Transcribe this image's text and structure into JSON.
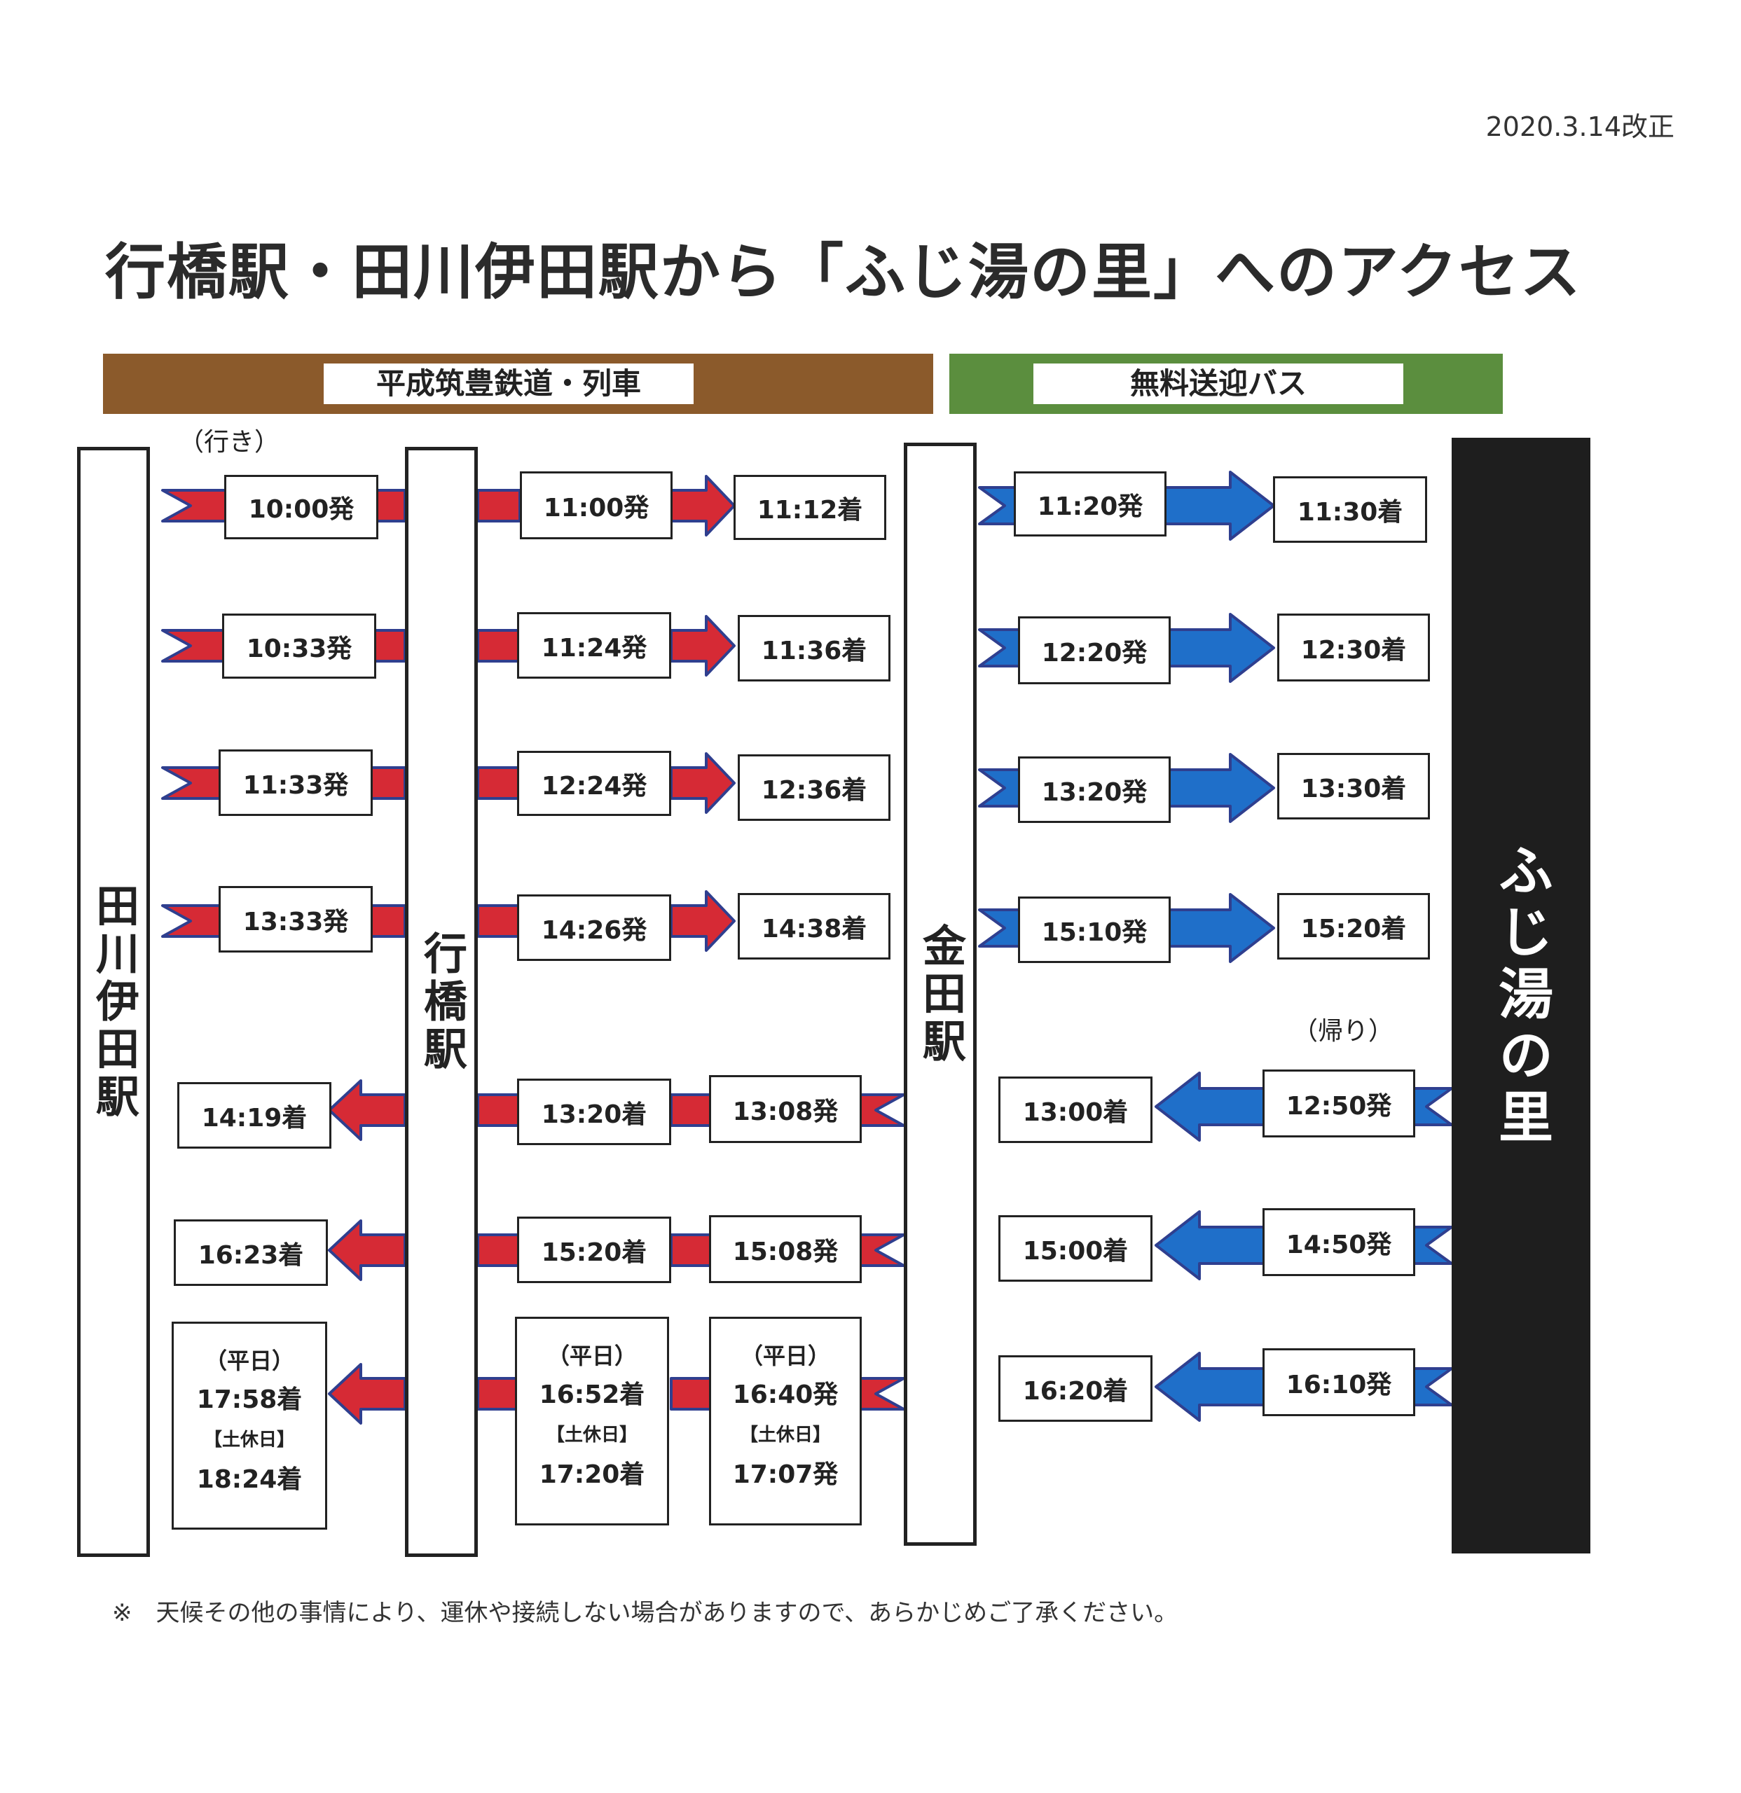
{
  "revision": "2020.3.14改正",
  "title": "行橋駅・田川伊田駅から「ふじ湯の里」へのアクセス",
  "header": {
    "rail_label": "平成筑豊鉄道・列車",
    "bus_label": "無料送迎バス"
  },
  "stations": {
    "tagawa_ita": "田川伊田駅",
    "yukuhashi": "行橋駅",
    "kaneda": "金田駅",
    "fujiyu": "ふじ湯の里"
  },
  "section_labels": {
    "outbound": "（行き）",
    "return": "（帰り）"
  },
  "outbound_rail": [
    {
      "tagawa_dep": "10:00発",
      "yukuhashi_dep": "11:00発",
      "kaneda_arr": "11:12着"
    },
    {
      "tagawa_dep": "10:33発",
      "yukuhashi_dep": "11:24発",
      "kaneda_arr": "11:36着"
    },
    {
      "tagawa_dep": "11:33発",
      "yukuhashi_dep": "12:24発",
      "kaneda_arr": "12:36着"
    },
    {
      "tagawa_dep": "13:33発",
      "yukuhashi_dep": "14:26発",
      "kaneda_arr": "14:38着"
    }
  ],
  "outbound_bus": [
    {
      "kaneda_dep": "11:20発",
      "fujiyu_arr": "11:30着"
    },
    {
      "kaneda_dep": "12:20発",
      "fujiyu_arr": "12:30着"
    },
    {
      "kaneda_dep": "13:20発",
      "fujiyu_arr": "13:30着"
    },
    {
      "kaneda_dep": "15:10発",
      "fujiyu_arr": "15:20着"
    }
  ],
  "return_bus": [
    {
      "fujiyu_dep": "12:50発",
      "kaneda_arr": "13:00着"
    },
    {
      "fujiyu_dep": "14:50発",
      "kaneda_arr": "15:00着"
    },
    {
      "fujiyu_dep": "16:10発",
      "kaneda_arr": "16:20着"
    }
  ],
  "return_rail": [
    {
      "kaneda_dep": "13:08発",
      "yukuhashi_arr": "13:20着",
      "tagawa_arr": "14:19着"
    },
    {
      "kaneda_dep": "15:08発",
      "yukuhashi_arr": "15:20着",
      "tagawa_arr": "16:23着"
    }
  ],
  "return_rail_last": {
    "kaneda": {
      "weekday_label": "（平日）",
      "weekday_time": "16:40発",
      "holiday_label": "【土休日】",
      "holiday_time": "17:07発"
    },
    "yukuhashi": {
      "weekday_label": "（平日）",
      "weekday_time": "16:52着",
      "holiday_label": "【土休日】",
      "holiday_time": "17:20着"
    },
    "tagawa": {
      "weekday_label": "（平日）",
      "weekday_time": "17:58着",
      "holiday_label": "【土休日】",
      "holiday_time": "18:24着"
    }
  },
  "note": "※　天候その他の事情により、運休や接続しない場合がありますので、あらかじめご了承ください。",
  "colors": {
    "rail_arrow": "#d62a35",
    "bus_arrow": "#1f6fc9",
    "arrow_outline": "#2f3f8f",
    "rail_bar": "#8b5a2b",
    "bus_bar": "#5b8e3e"
  }
}
